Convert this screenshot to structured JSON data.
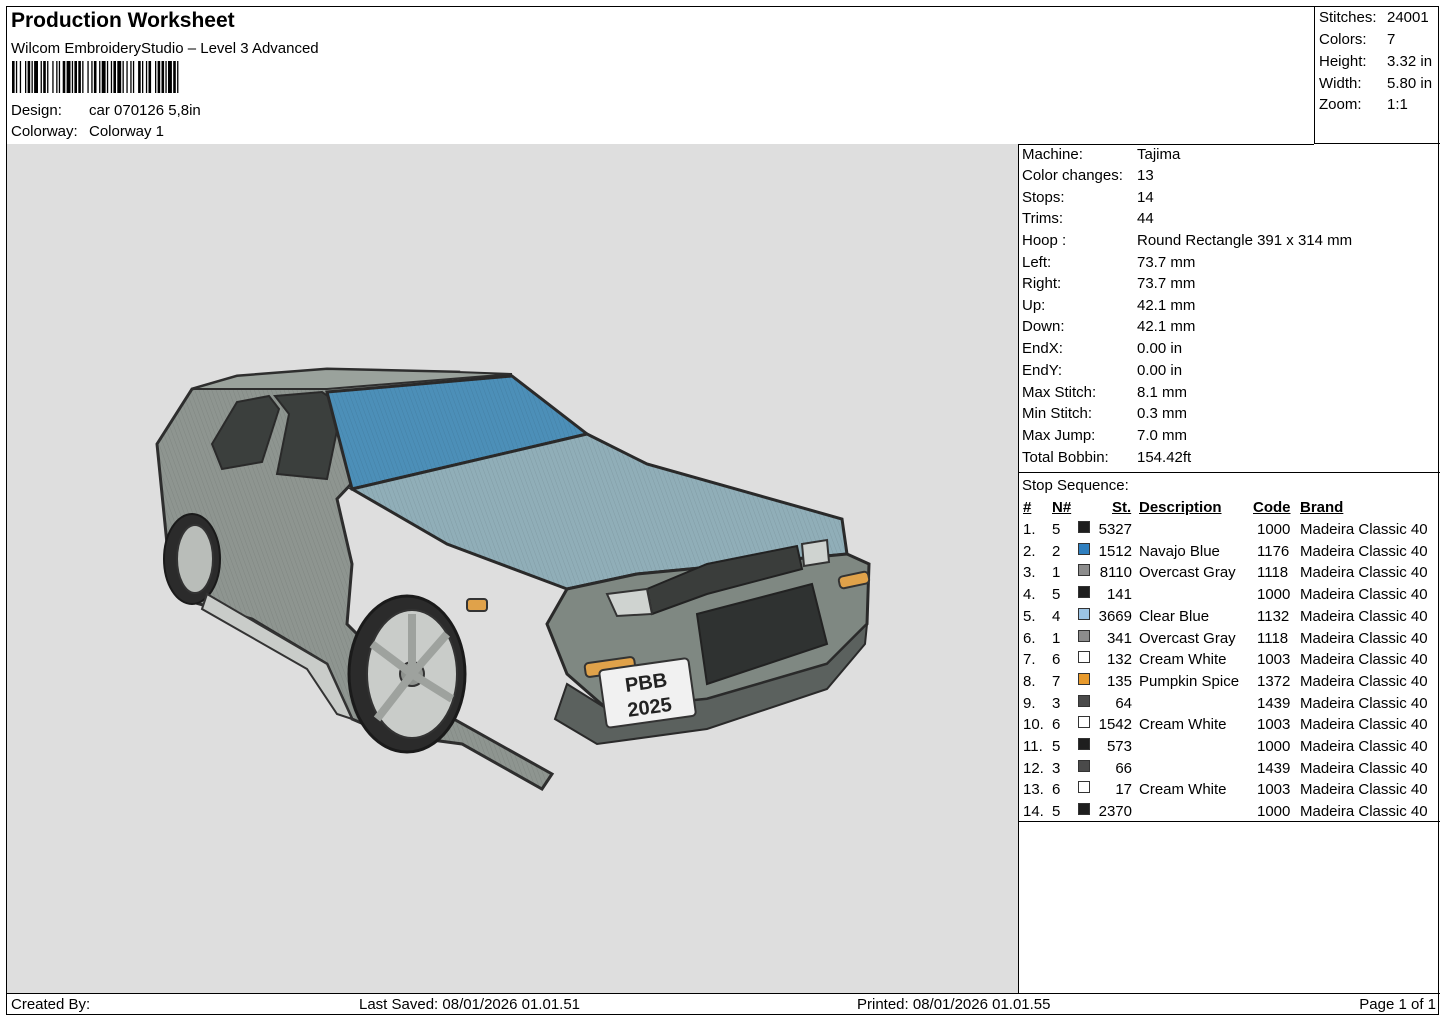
{
  "header": {
    "title": "Production Worksheet",
    "subtitle": "Wilcom EmbroideryStudio – Level 3 Advanced",
    "design_label": "Design:",
    "design_value": "car 070126 5,8in",
    "colorway_label": "Colorway:",
    "colorway_value": "Colorway 1"
  },
  "stats": [
    {
      "label": "Stitches:",
      "value": "24001"
    },
    {
      "label": "Colors:",
      "value": "7"
    },
    {
      "label": "Height:",
      "value": "3.32 in"
    },
    {
      "label": "Width:",
      "value": "5.80 in"
    },
    {
      "label": "Zoom:",
      "value": "1:1"
    }
  ],
  "machine_info": [
    {
      "label": "Machine:",
      "value": "Tajima"
    },
    {
      "label": "Color changes:",
      "value": "13"
    },
    {
      "label": "Stops:",
      "value": "14"
    },
    {
      "label": "Trims:",
      "value": "44"
    },
    {
      "label": "Hoop :",
      "value": "Round Rectangle 391 x 314 mm"
    },
    {
      "label": "Left:",
      "value": "73.7 mm"
    },
    {
      "label": "Right:",
      "value": "73.7 mm"
    },
    {
      "label": "Up:",
      "value": "42.1 mm"
    },
    {
      "label": "Down:",
      "value": "42.1 mm"
    },
    {
      "label": "EndX:",
      "value": "0.00 in"
    },
    {
      "label": "EndY:",
      "value": "0.00 in"
    },
    {
      "label": "Max Stitch:",
      "value": "8.1 mm"
    },
    {
      "label": "Min Stitch:",
      "value": "0.3 mm"
    },
    {
      "label": "Max Jump:",
      "value": "7.0 mm"
    },
    {
      "label": "Total Bobbin:",
      "value": "154.42ft"
    }
  ],
  "stop_sequence": {
    "title": "Stop Sequence:",
    "columns": {
      "num": "#",
      "n": "N#",
      "st": "St.",
      "description": "Description",
      "code": "Code",
      "brand": "Brand"
    },
    "rows": [
      {
        "num": "1.",
        "n": "5",
        "color": "#1e1e1e",
        "st": "5327",
        "description": "",
        "code": "1000",
        "brand": "Madeira Classic 40"
      },
      {
        "num": "2.",
        "n": "2",
        "color": "#2f7fbf",
        "st": "1512",
        "description": "Navajo Blue",
        "code": "1176",
        "brand": "Madeira Classic 40"
      },
      {
        "num": "3.",
        "n": "1",
        "color": "#8c8c8c",
        "st": "8110",
        "description": "Overcast Gray",
        "code": "1118",
        "brand": "Madeira Classic 40"
      },
      {
        "num": "4.",
        "n": "5",
        "color": "#1e1e1e",
        "st": "141",
        "description": "",
        "code": "1000",
        "brand": "Madeira Classic 40"
      },
      {
        "num": "5.",
        "n": "4",
        "color": "#9cc4e4",
        "st": "3669",
        "description": "Clear Blue",
        "code": "1132",
        "brand": "Madeira Classic 40"
      },
      {
        "num": "6.",
        "n": "1",
        "color": "#8c8c8c",
        "st": "341",
        "description": "Overcast Gray",
        "code": "1118",
        "brand": "Madeira Classic 40"
      },
      {
        "num": "7.",
        "n": "6",
        "color": "#ffffff",
        "st": "132",
        "description": "Cream White",
        "code": "1003",
        "brand": "Madeira Classic 40"
      },
      {
        "num": "8.",
        "n": "7",
        "color": "#e89a2c",
        "st": "135",
        "description": "Pumpkin Spice",
        "code": "1372",
        "brand": "Madeira Classic 40"
      },
      {
        "num": "9.",
        "n": "3",
        "color": "#4a4a4a",
        "st": "64",
        "description": "",
        "code": "1439",
        "brand": "Madeira Classic 40"
      },
      {
        "num": "10.",
        "n": "6",
        "color": "#ffffff",
        "st": "1542",
        "description": "Cream White",
        "code": "1003",
        "brand": "Madeira Classic 40"
      },
      {
        "num": "11.",
        "n": "5",
        "color": "#1e1e1e",
        "st": "573",
        "description": "",
        "code": "1000",
        "brand": "Madeira Classic 40"
      },
      {
        "num": "12.",
        "n": "3",
        "color": "#4a4a4a",
        "st": "66",
        "description": "",
        "code": "1439",
        "brand": "Madeira Classic 40"
      },
      {
        "num": "13.",
        "n": "6",
        "color": "#ffffff",
        "st": "17",
        "description": "Cream White",
        "code": "1003",
        "brand": "Madeira Classic 40"
      },
      {
        "num": "14.",
        "n": "5",
        "color": "#1e1e1e",
        "st": "2370",
        "description": "",
        "code": "1000",
        "brand": "Madeira Classic 40"
      }
    ]
  },
  "preview": {
    "plate_line1": "PBB",
    "plate_line2": "2025"
  },
  "footer": {
    "created_by": "Created By:",
    "last_saved": "Last Saved: 08/01/2026 01.01.51",
    "printed": "Printed: 08/01/2026 01.01.55",
    "page": "Page 1 of 1"
  }
}
